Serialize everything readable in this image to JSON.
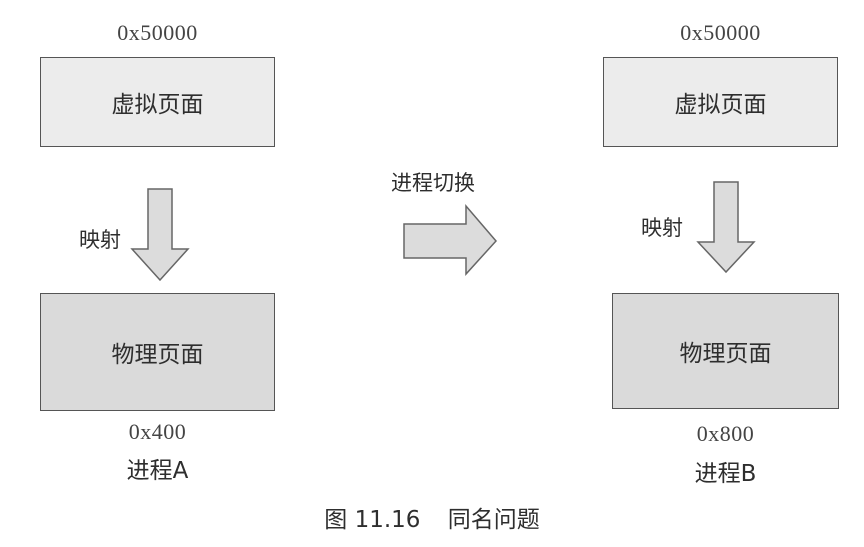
{
  "left": {
    "virtual_addr": "0x50000",
    "virtual_label": "虚拟页面",
    "map_label": "映射",
    "physical_label": "物理页面",
    "physical_addr": "0x400",
    "process_label": "进程A"
  },
  "right": {
    "virtual_addr": "0x50000",
    "virtual_label": "虚拟页面",
    "map_label": "映射",
    "physical_label": "物理页面",
    "physical_addr": "0x800",
    "process_label": "进程B"
  },
  "switch_label": "进程切换",
  "caption": {
    "number": "图 11.16",
    "title": "同名问题"
  }
}
